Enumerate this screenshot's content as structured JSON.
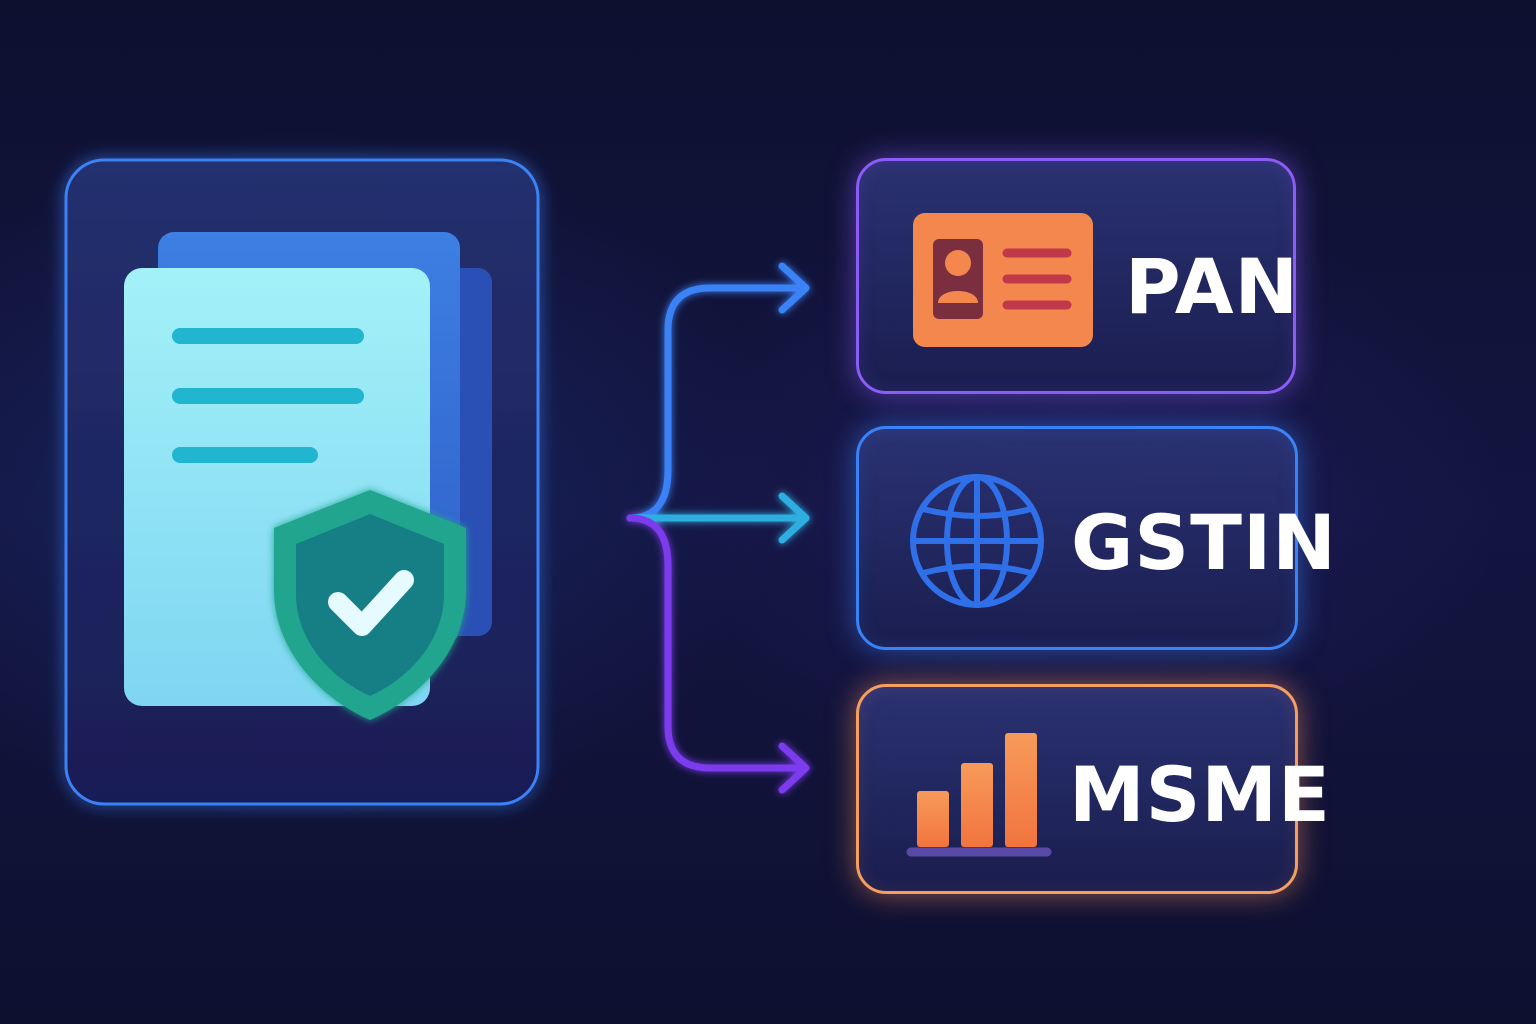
{
  "targets": [
    {
      "id": "pan",
      "label": "PAN",
      "icon": "id-card-icon",
      "color": "#8b5cf6"
    },
    {
      "id": "gstin",
      "label": "GSTIN",
      "icon": "globe-icon",
      "color": "#3b82f6"
    },
    {
      "id": "msme",
      "label": "MSME",
      "icon": "bar-chart-icon",
      "color": "#f59e62"
    }
  ],
  "source": {
    "icon": "verified-document-icon",
    "badge_icon": "shield-check-icon"
  },
  "colors": {
    "background": "#0f1133",
    "source_border": "#3b82f6",
    "document": "#9ef0f7",
    "document_lines": "#22b5cf",
    "shield": "#1fa796",
    "check": "#e6fbff",
    "card_orange": "#f4874e"
  }
}
